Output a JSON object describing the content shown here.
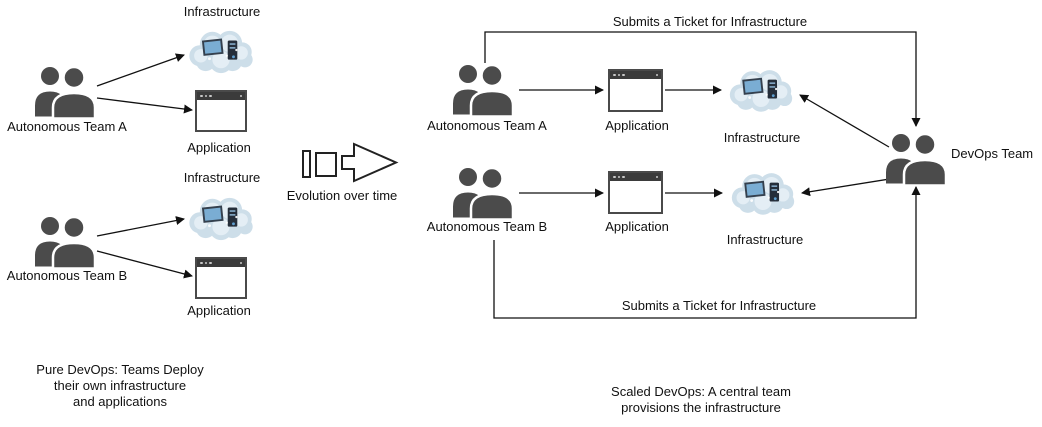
{
  "colors": {
    "person": "#4b4b4b",
    "line": "#111111",
    "window_border": "#4a4a4a",
    "window_bar": "#3b3b3b",
    "cloud_base": "#cddee9",
    "cloud_highlight": "#e4eef5",
    "monitor_screen": "#7aadd3"
  },
  "icons": {
    "team": "two-people-icon",
    "infrastructure": "cloud-computing-icon",
    "application": "browser-window-icon",
    "devops_team": "two-people-icon",
    "evolution": "block-arrow-right-icon"
  },
  "pure_devops": {
    "infrastructure_a_label": "Infrastructure",
    "application_a_label": "Application",
    "team_a_label": "Autonomous Team A",
    "infrastructure_b_label": "Infrastructure",
    "application_b_label": "Application",
    "team_b_label": "Autonomous Team B",
    "caption": "Pure DevOps: Teams Deploy\ntheir own infrastructure\nand applications"
  },
  "transition": {
    "label": "Evolution over time"
  },
  "scaled_devops": {
    "ticket_top_label": "Submits a Ticket for Infrastructure",
    "team_a_label": "Autonomous Team A",
    "application_a_label": "Application",
    "infrastructure_a_label": "Infrastructure",
    "team_b_label": "Autonomous Team B",
    "application_b_label": "Application",
    "infrastructure_b_label": "Infrastructure",
    "devops_team_label": "DevOps Team",
    "ticket_bottom_label": "Submits a Ticket for Infrastructure",
    "caption": "Scaled DevOps: A central team\nprovisions the infrastructure"
  }
}
